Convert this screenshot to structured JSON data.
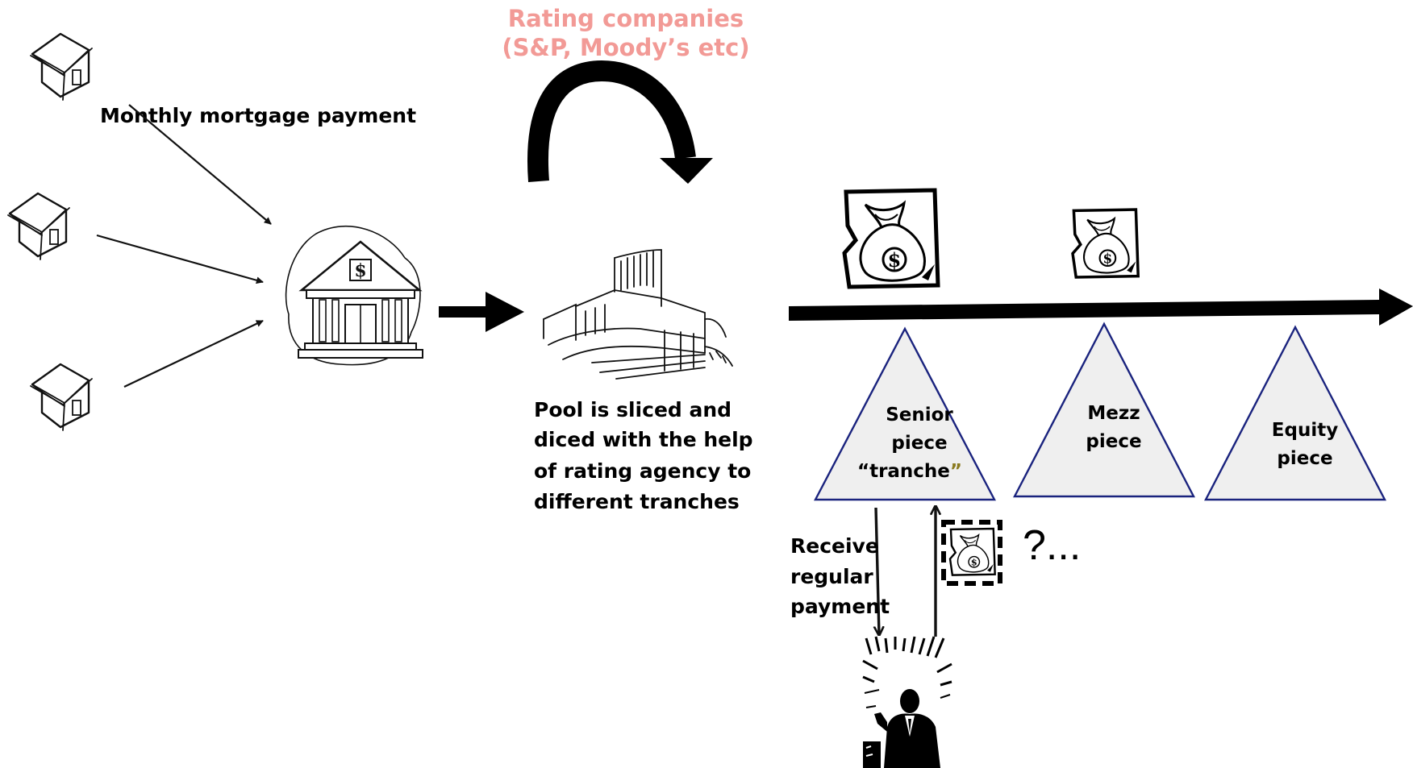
{
  "rating_title": [
    "Rating companies",
    "(S&P, Moody’s etc)"
  ],
  "mortgage_label": "Monthly mortgage payment",
  "pool_text": [
    "Pool is sliced and",
    "diced with the help",
    "of rating agency to",
    "different tranches"
  ],
  "tranches": [
    {
      "lines": [
        "Senior",
        "piece",
        "“tranche"
      ],
      "closing_quote": "”"
    },
    {
      "lines": [
        "Mezz",
        "piece"
      ]
    },
    {
      "lines": [
        "Equity",
        "piece"
      ]
    }
  ],
  "receive_text": [
    "Receive",
    "regular",
    "payment"
  ],
  "question_text": "?...",
  "colors": {
    "rating_title": "#f29a96",
    "triangle_fill": "#efefef",
    "triangle_stroke": "#1a237e",
    "quote_accent": "#8a7a1e"
  },
  "icons": [
    "house-icon",
    "bank-icon",
    "building-icon",
    "money-bag-icon",
    "investor-photo"
  ]
}
